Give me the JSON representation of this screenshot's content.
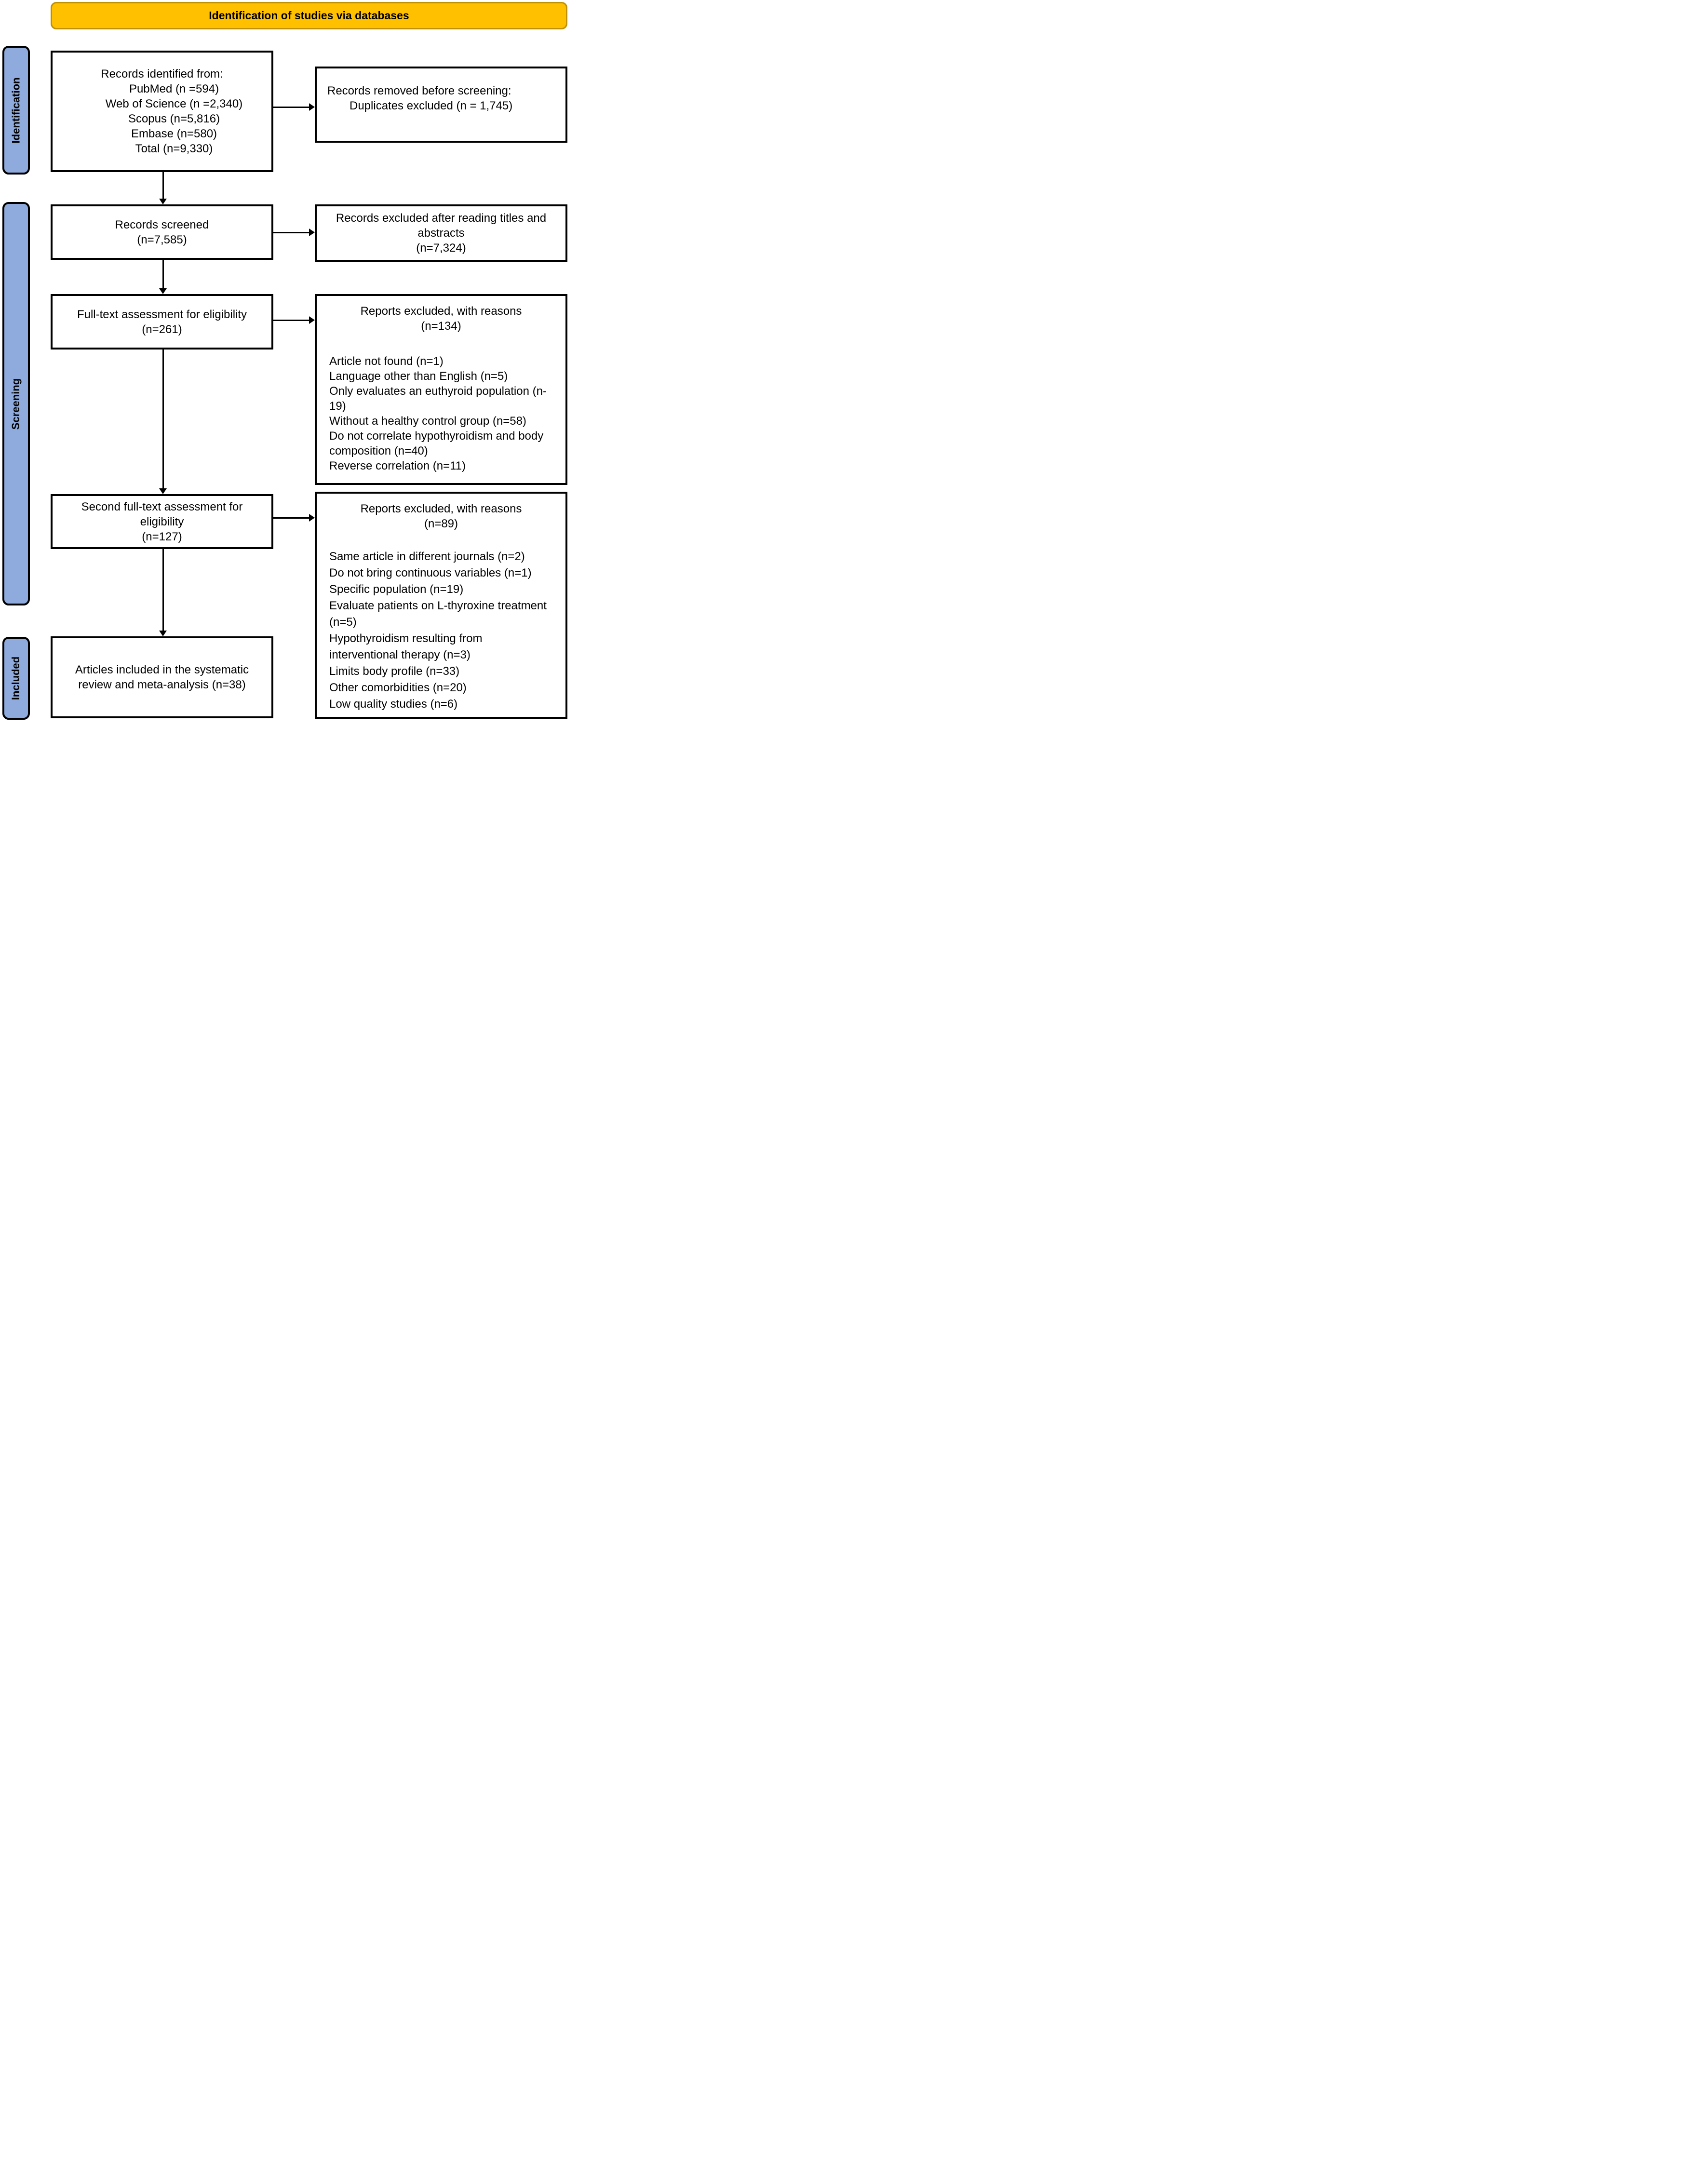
{
  "banner": {
    "label": "Identification of studies via databases"
  },
  "stages": {
    "identification": "Identification",
    "screening": "Screening",
    "included": "Included"
  },
  "colors": {
    "banner_fill": "#FFC000",
    "banner_border": "#BF9000",
    "stage_fill": "#8FAADC",
    "box_border": "#000000",
    "arrow": "#000000"
  },
  "boxes": {
    "records_identified": {
      "title": "Records identified from:",
      "sources": [
        "PubMed (n =594)",
        "Web of Science (n =2,340)",
        "Scopus (n=5,816)",
        "Embase (n=580)",
        "Total (n=9,330)"
      ]
    },
    "records_removed": {
      "title": "Records removed before screening:",
      "detail": "Duplicates excluded (n = 1,745)"
    },
    "records_screened": {
      "lines": [
        "Records screened",
        "(n=7,585)"
      ]
    },
    "records_excluded": {
      "lines": [
        "Records excluded after reading titles and",
        "abstracts",
        "(n=7,324)"
      ]
    },
    "fulltext_assessment": {
      "lines": [
        "Full-text assessment for eligibility",
        "(n=261)"
      ]
    },
    "reports_excluded_first": {
      "title": "Reports excluded, with reasons",
      "count": "(n=134)",
      "reasons": [
        "Article not found (n=1)",
        "Language other than English (n=5)",
        "Only evaluates an euthyroid population (n-19)",
        "Without a healthy control group (n=58)",
        "Do not correlate hypothyroidism and body composition (n=40)",
        "Reverse correlation (n=11)"
      ]
    },
    "second_fulltext_assessment": {
      "lines": [
        "Second full-text assessment for",
        "eligibility",
        "(n=127)"
      ]
    },
    "reports_excluded_second": {
      "title": "Reports excluded, with reasons",
      "count": "(n=89)",
      "reasons": [
        "Same article in different journals (n=2)",
        "Do not bring continuous variables (n=1)",
        "Specific population (n=19)",
        "Evaluate patients on L-thyroxine treatment (n=5)",
        "Hypothyroidism resulting from interventional therapy (n=3)",
        "Limits body profile (n=33)",
        "Other comorbidities (n=20)",
        "Low quality studies (n=6)"
      ]
    },
    "articles_included": {
      "lines": [
        "Articles included in the systematic",
        "review and meta-analysis (n=38)"
      ]
    }
  }
}
